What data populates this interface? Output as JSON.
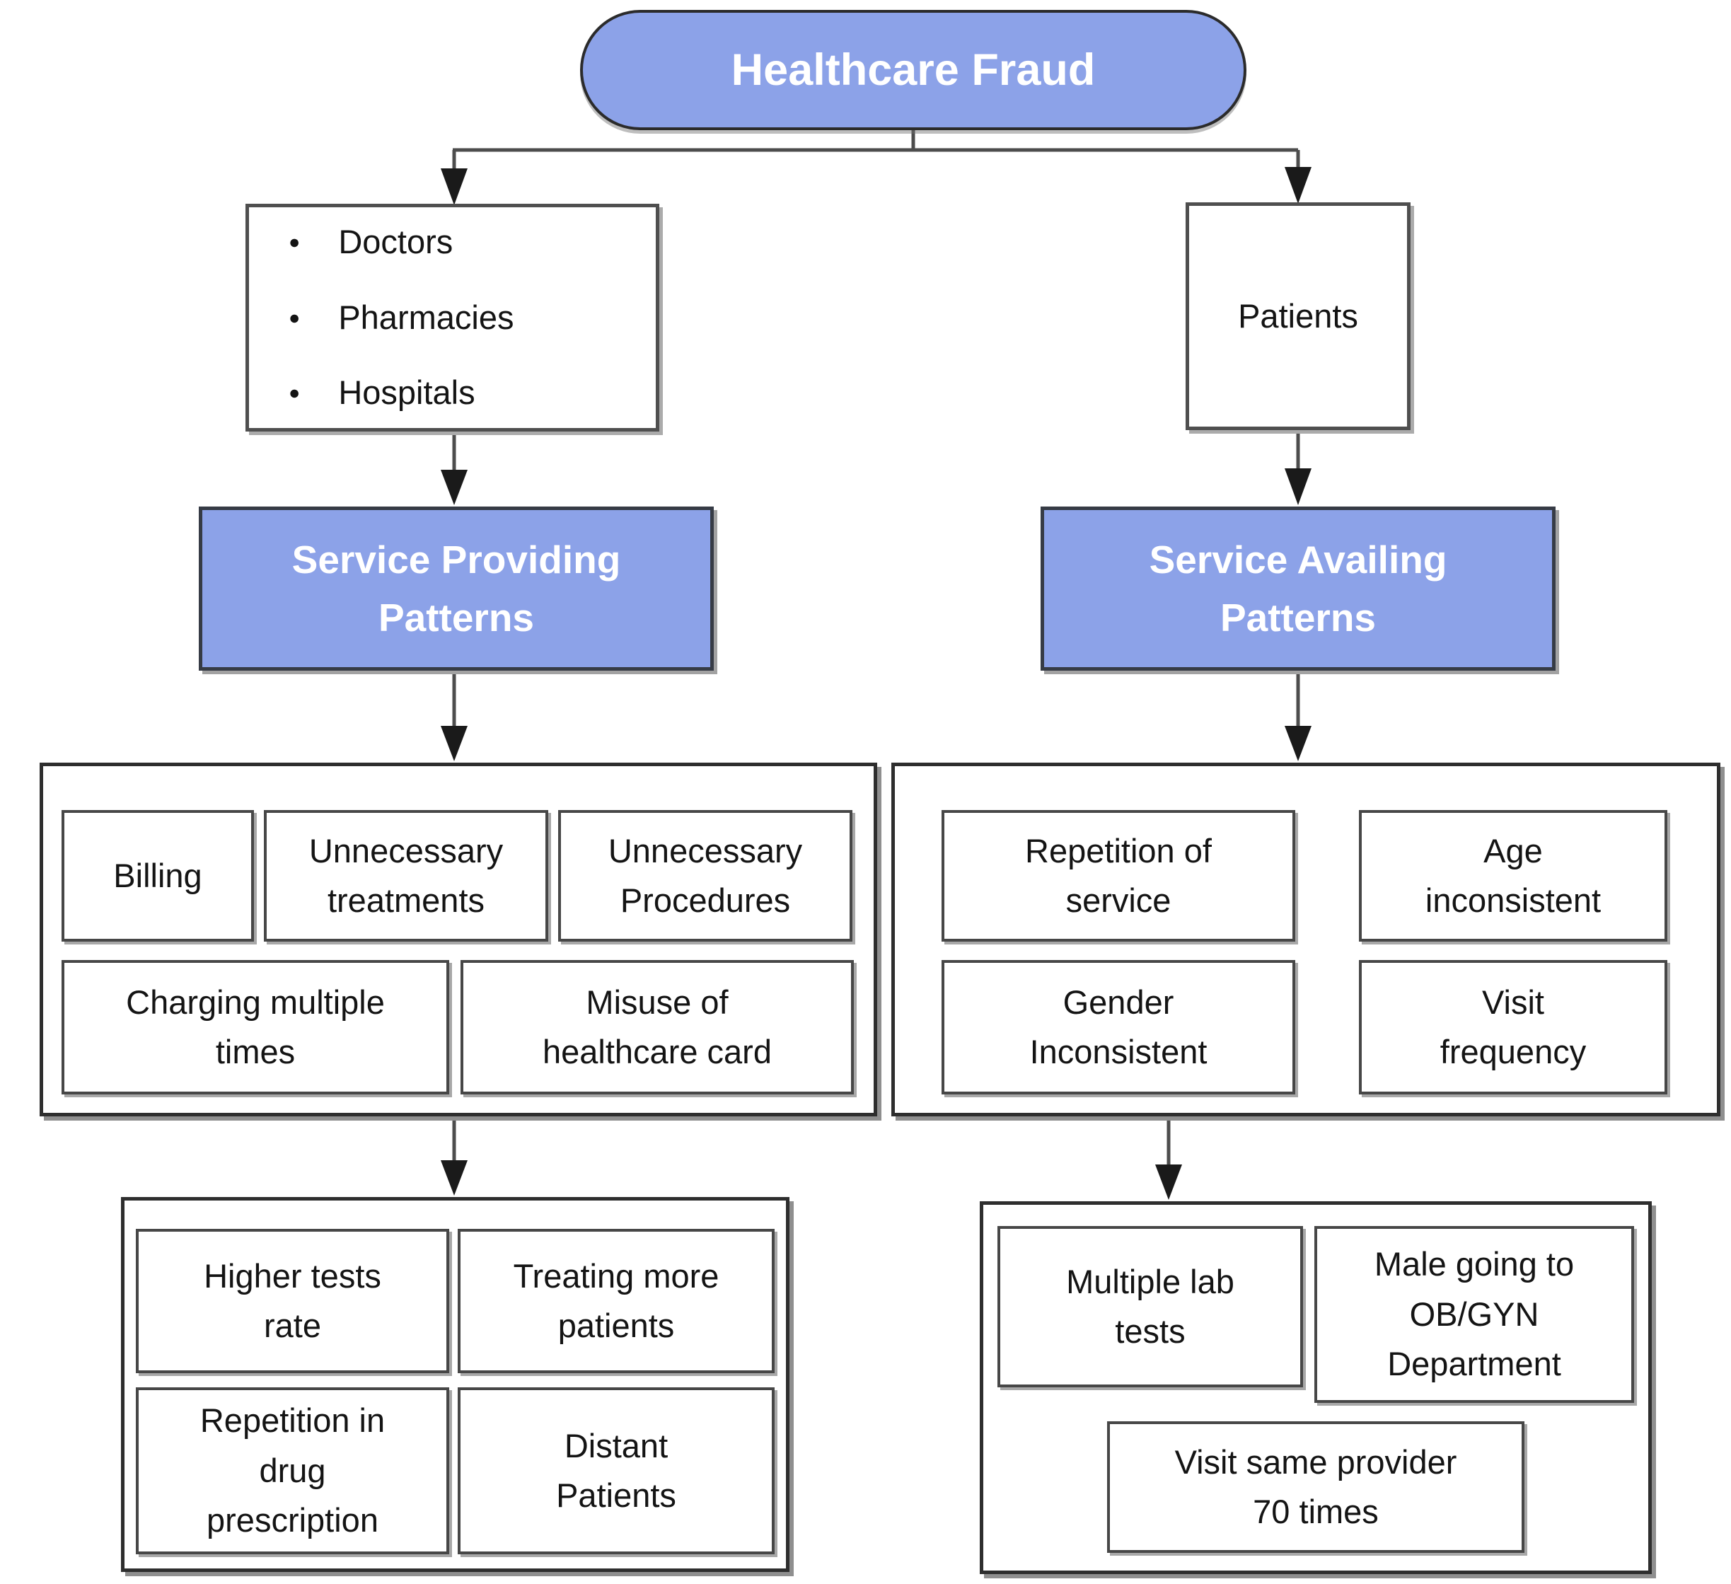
{
  "palette": {
    "node_fill": "#8CA2E8",
    "connector_color": "#4d4d4d",
    "arrowhead_color": "#1a1a1a"
  },
  "bullet_glyph": "●",
  "root_label": "Healthcare Fraud",
  "provider_branch": {
    "entities": [
      "Doctors",
      "Pharmacies",
      "Hospitals"
    ],
    "pattern_label": "Service Providing\nPatterns",
    "patterns": [
      "Billing",
      "Unnecessary\ntreatments",
      "Unnecessary\nProcedures",
      "Charging multiple\ntimes",
      "Misuse of\nhealthcare card"
    ],
    "indicators": [
      "Higher tests\nrate",
      "Treating more\npatients",
      "Repetition in\ndrug\nprescription",
      "Distant\nPatients"
    ]
  },
  "patient_branch": {
    "entity_label": "Patients",
    "pattern_label": "Service Availing\nPatterns",
    "patterns": [
      "Repetition of\nservice",
      "Age\ninconsistent",
      "Gender\nInconsistent",
      "Visit\nfrequency"
    ],
    "indicators": [
      "Multiple lab\ntests",
      "Male going to\nOB/GYN\nDepartment",
      "Visit same provider\n70 times"
    ]
  }
}
